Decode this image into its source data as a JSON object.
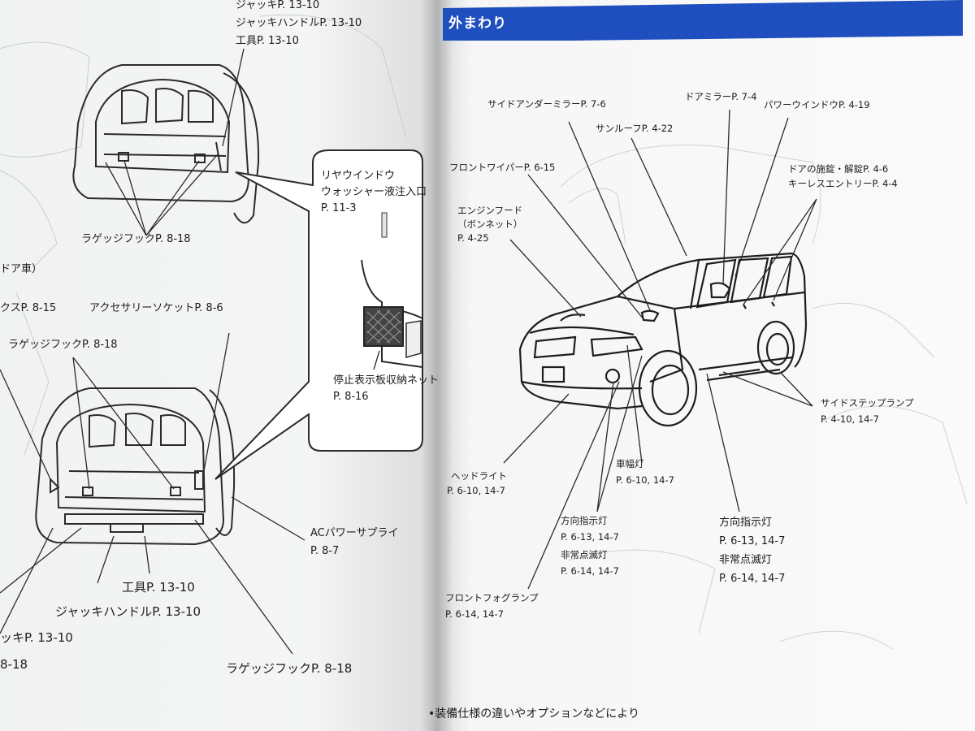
{
  "left_page": {
    "upper": {
      "jack": "ジャッキP. 13-10",
      "jack_handle": "ジャッキハンドルP. 13-10",
      "tools": "工具P. 13-10",
      "luggage_hook": "ラゲッジフックP. 8-18"
    },
    "callout": {
      "rear_window_line1": "リヤウインドウ",
      "rear_window_line2": "ウォッシャー液注入口",
      "rear_window_page": "P. 11-3",
      "warning_net": "停止表示板収納ネット",
      "warning_net_page": "P. 8-16"
    },
    "lower": {
      "door_car_fragment": "ドア車）",
      "box_fragment": "クスP. 8-15",
      "accessory_socket": "アクセサリーソケットP. 8-6",
      "luggage_hook": "ラゲッジフックP. 8-18",
      "ac_power": "ACパワーサプライ",
      "ac_power_page": "P. 8-7",
      "tools": "工具P. 13-10",
      "jack_handle": "ジャッキハンドルP. 13-10",
      "jack_fragment": "ッキP. 13-10",
      "page_fragment": "8-18",
      "luggage_hook_bottom": "ラゲッジフックP. 8-18"
    }
  },
  "right_page": {
    "section_title": "外まわり",
    "labels": {
      "side_under_mirror": "サイドアンダーミラーP. 7-6",
      "door_mirror": "ドアミラーP. 7-4",
      "power_window": "パワーウインドウP. 4-19",
      "sunroof": "サンルーフP. 4-22",
      "front_wiper": "フロントワイパーP. 6-15",
      "door_lock": "ドアの施錠・解錠P. 4-6",
      "keyless_entry": "キーレスエントリーP. 4-4",
      "engine_hood_line1": "エンジンフード",
      "engine_hood_line2": "（ボンネット）",
      "engine_hood_page": "P. 4-25",
      "side_step_lamp": "サイドステップランプ",
      "side_step_lamp_page": "P. 4-10, 14-7",
      "clearance_lamp": "車幅灯",
      "clearance_lamp_page": "P. 6-10, 14-7",
      "headlight": "ヘッドライト",
      "headlight_page": "P. 6-10, 14-7",
      "turn_signal": "方向指示灯",
      "turn_signal_page": "P. 6-13, 14-7",
      "hazard": "非常点滅灯",
      "hazard_page": "P. 6-14, 14-7",
      "turn_signal_side": "方向指示灯",
      "turn_signal_side_page": "P. 6-13, 14-7",
      "hazard_side": "非常点滅灯",
      "hazard_side_page": "P. 6-14, 14-7",
      "front_fog_lamp": "フロントフォグランプ",
      "front_fog_lamp_page": "P. 6-14, 14-7"
    },
    "footnote": "•装備仕様の違いやオプションなどにより"
  }
}
